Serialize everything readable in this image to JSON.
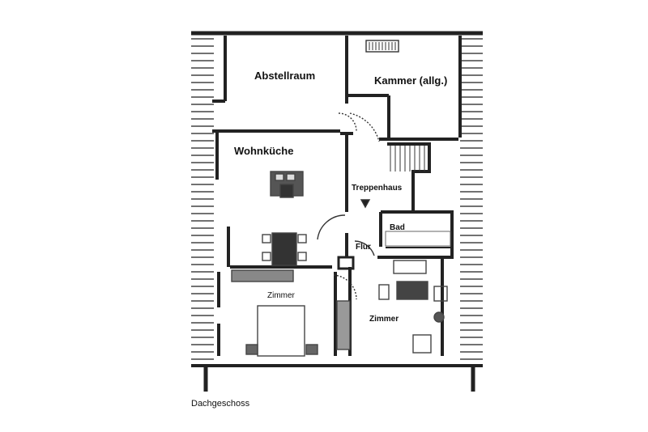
{
  "plan": {
    "caption": "Dachgeschoss",
    "rooms": {
      "abstellraum": "Abstellraum",
      "kammer": "Kammer (allg.)",
      "wohnkueche": "Wohnküche",
      "treppenhaus": "Treppenhaus",
      "bad": "Bad",
      "flur": "Flur",
      "zimmer_left": "Zimmer",
      "zimmer_right": "Zimmer"
    },
    "colors": {
      "wall": "#222222",
      "roof_hatch": "#444444",
      "furniture": "#555555"
    }
  }
}
